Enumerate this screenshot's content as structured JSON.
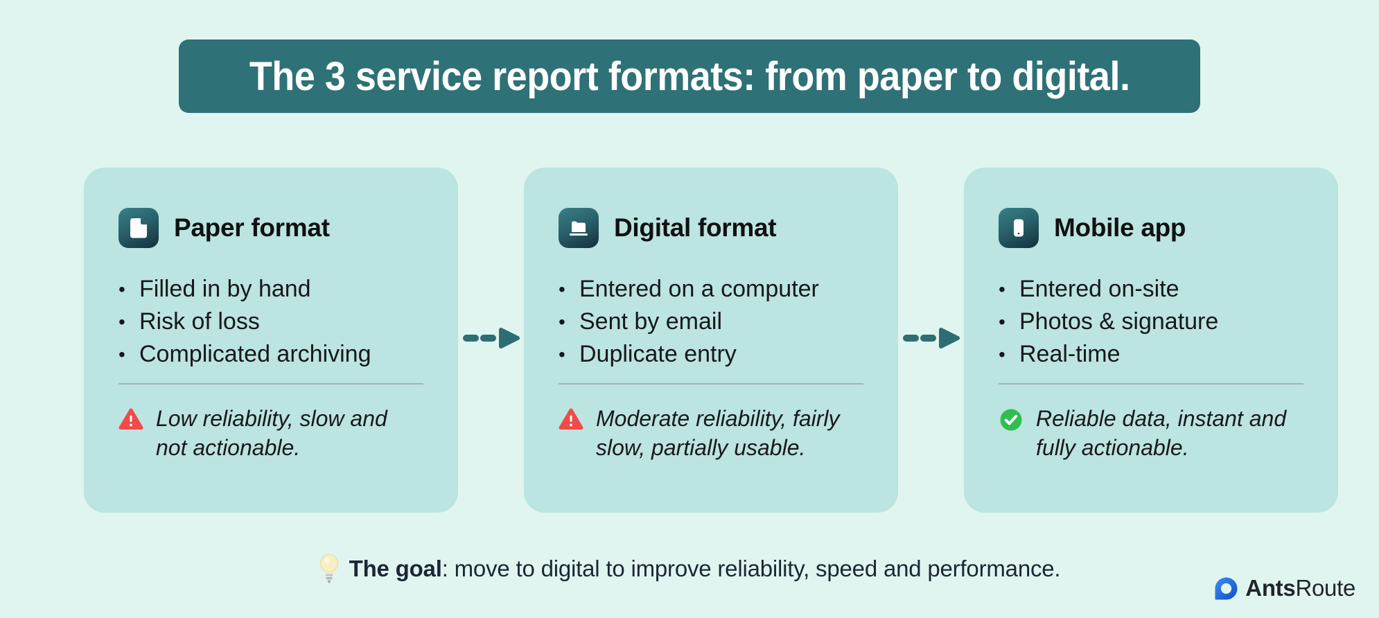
{
  "header": {
    "title": "The 3 service report formats: from paper to digital."
  },
  "cards": [
    {
      "title": "Paper format",
      "icon": "document-icon",
      "bullets": [
        "Filled in by hand",
        "Risk of loss",
        "Complicated archiving"
      ],
      "note": {
        "type": "warning",
        "text": "Low reliability, slow and not actionable."
      }
    },
    {
      "title": "Digital format",
      "icon": "laptop-icon",
      "bullets": [
        "Entered on a computer",
        "Sent by email",
        "Duplicate entry"
      ],
      "note": {
        "type": "warning",
        "text": "Moderate reliability, fairly slow, partially usable."
      }
    },
    {
      "title": "Mobile app",
      "icon": "smartphone-icon",
      "bullets": [
        "Entered on-site",
        "Photos & signature",
        "Real-time"
      ],
      "note": {
        "type": "success",
        "text": "Reliable data, instant and fully actionable."
      }
    }
  ],
  "goal": {
    "icon": "lightbulb-icon",
    "label": "The goal",
    "text": ": move to digital to improve reliability, speed and performance."
  },
  "logo": {
    "name_bold": "Ants",
    "name_regular": "Route",
    "icon": "antsroute-pin-icon"
  },
  "colors": {
    "page_bg": "#e0f5f0",
    "card_bg": "#bce4e0",
    "banner_bg": "#2e7177",
    "banner_text": "#ffffff",
    "icon_tile_gradient_top": "#3a8087",
    "icon_tile_gradient_bottom": "#142f3c",
    "arrow_teal": "#2c6e74",
    "warning_red": "#ef4b4a",
    "success_green": "#2fbe50",
    "body_text": "#16181a",
    "goal_text": "#1c2634",
    "logo_blue": "#1663d6"
  }
}
